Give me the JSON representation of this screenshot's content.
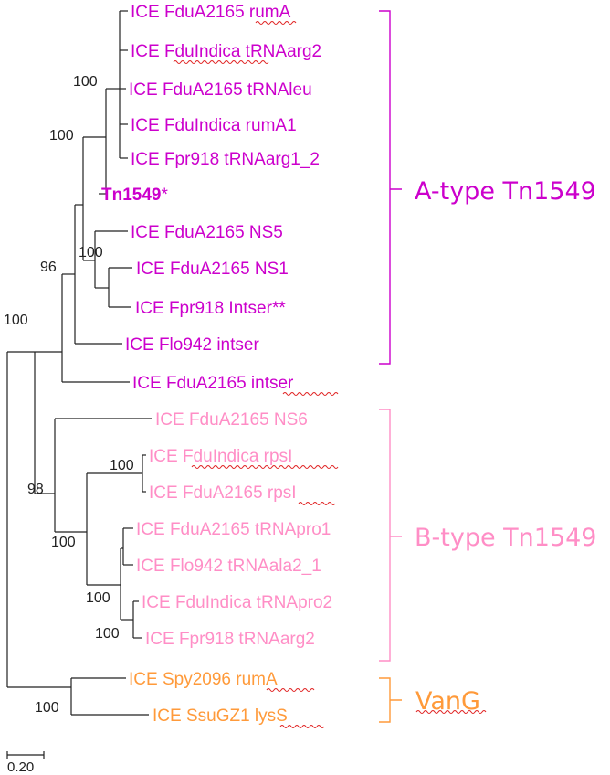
{
  "colors": {
    "a_type": "#cc00cc",
    "b_type": "#ff8ec6",
    "vang": "#ff9a3a",
    "tree": "#222222",
    "spellcheck": "#e02020"
  },
  "leaves": {
    "fdua2165_ruma": "ICE FduA2165 rumA",
    "fduindica_trnaarg2": "ICE FduIndica tRNAarg2",
    "fdua2165_trnaleu": "ICE FduA2165 tRNAleu",
    "fduindica_ruma1": "ICE FduIndica rumA1",
    "fpr918_trnaarg1_2": "ICE Fpr918 tRNAarg1_2",
    "tn1549_name": "Tn1549",
    "tn1549_mark": "*",
    "fdua2165_ns5": "ICE FduA2165 NS5",
    "fdua2165_ns1": "ICE FduA2165 NS1",
    "fpr918_intser": "ICE Fpr918 Intser**",
    "flo942_intser": "ICE Flo942 intser",
    "fdua2165_intser": "ICE FduA2165 intser",
    "fdua2165_ns6": "ICE FduA2165 NS6",
    "fduindica_rpsi": "ICE FduIndica rpsI",
    "fdua2165_rpsi": "ICE FduA2165 rpsI",
    "fdua2165_trnapro1": "ICE FduA2165 tRNApro1",
    "flo942_trnaala2_1": "ICE Flo942 tRNAala2_1",
    "fduindica_trnapro2": "ICE FduIndica tRNApro2",
    "fpr918_trnaarg2": "ICE Fpr918 tRNAarg2",
    "spy2096_ruma": "ICE Spy2096 rumA",
    "ssugz1_lyss": "ICE SsuGZ1 lysS"
  },
  "bootstrap": {
    "b_100_a": "100",
    "b_100_b": "100",
    "b_100_c": "100",
    "b_96": "96",
    "b_100_d": "100",
    "b_98": "98",
    "b_100_e": "100",
    "b_100_f": "100",
    "b_100_g": "100",
    "b_100_h": "100",
    "b_100_i": "100"
  },
  "clades": {
    "a_type": "A-type Tn1549",
    "b_type": "B-type Tn1549",
    "vang": "VanG"
  },
  "scale_bar": {
    "label": "0.20"
  }
}
